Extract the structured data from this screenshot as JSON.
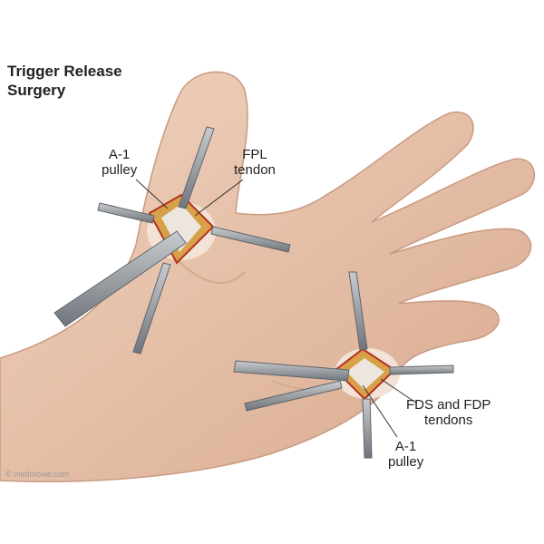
{
  "title": {
    "line1": "Trigger Release",
    "line2": "Surgery"
  },
  "labels": {
    "a1_thumb": {
      "line1": "A-1",
      "line2": "pulley"
    },
    "fpl": {
      "line1": "FPL",
      "line2": "tendon"
    },
    "fds_fdp": {
      "line1": "FDS and FDP",
      "line2": "tendons"
    },
    "a1_finger": {
      "line1": "A-1",
      "line2": "pulley"
    }
  },
  "watermark": "© medmovie.com",
  "colors": {
    "skin": "#e8c5ae",
    "skin_shadow": "#c99a82",
    "retractor": "#9aa0a6",
    "incision": "#b5321f"
  }
}
